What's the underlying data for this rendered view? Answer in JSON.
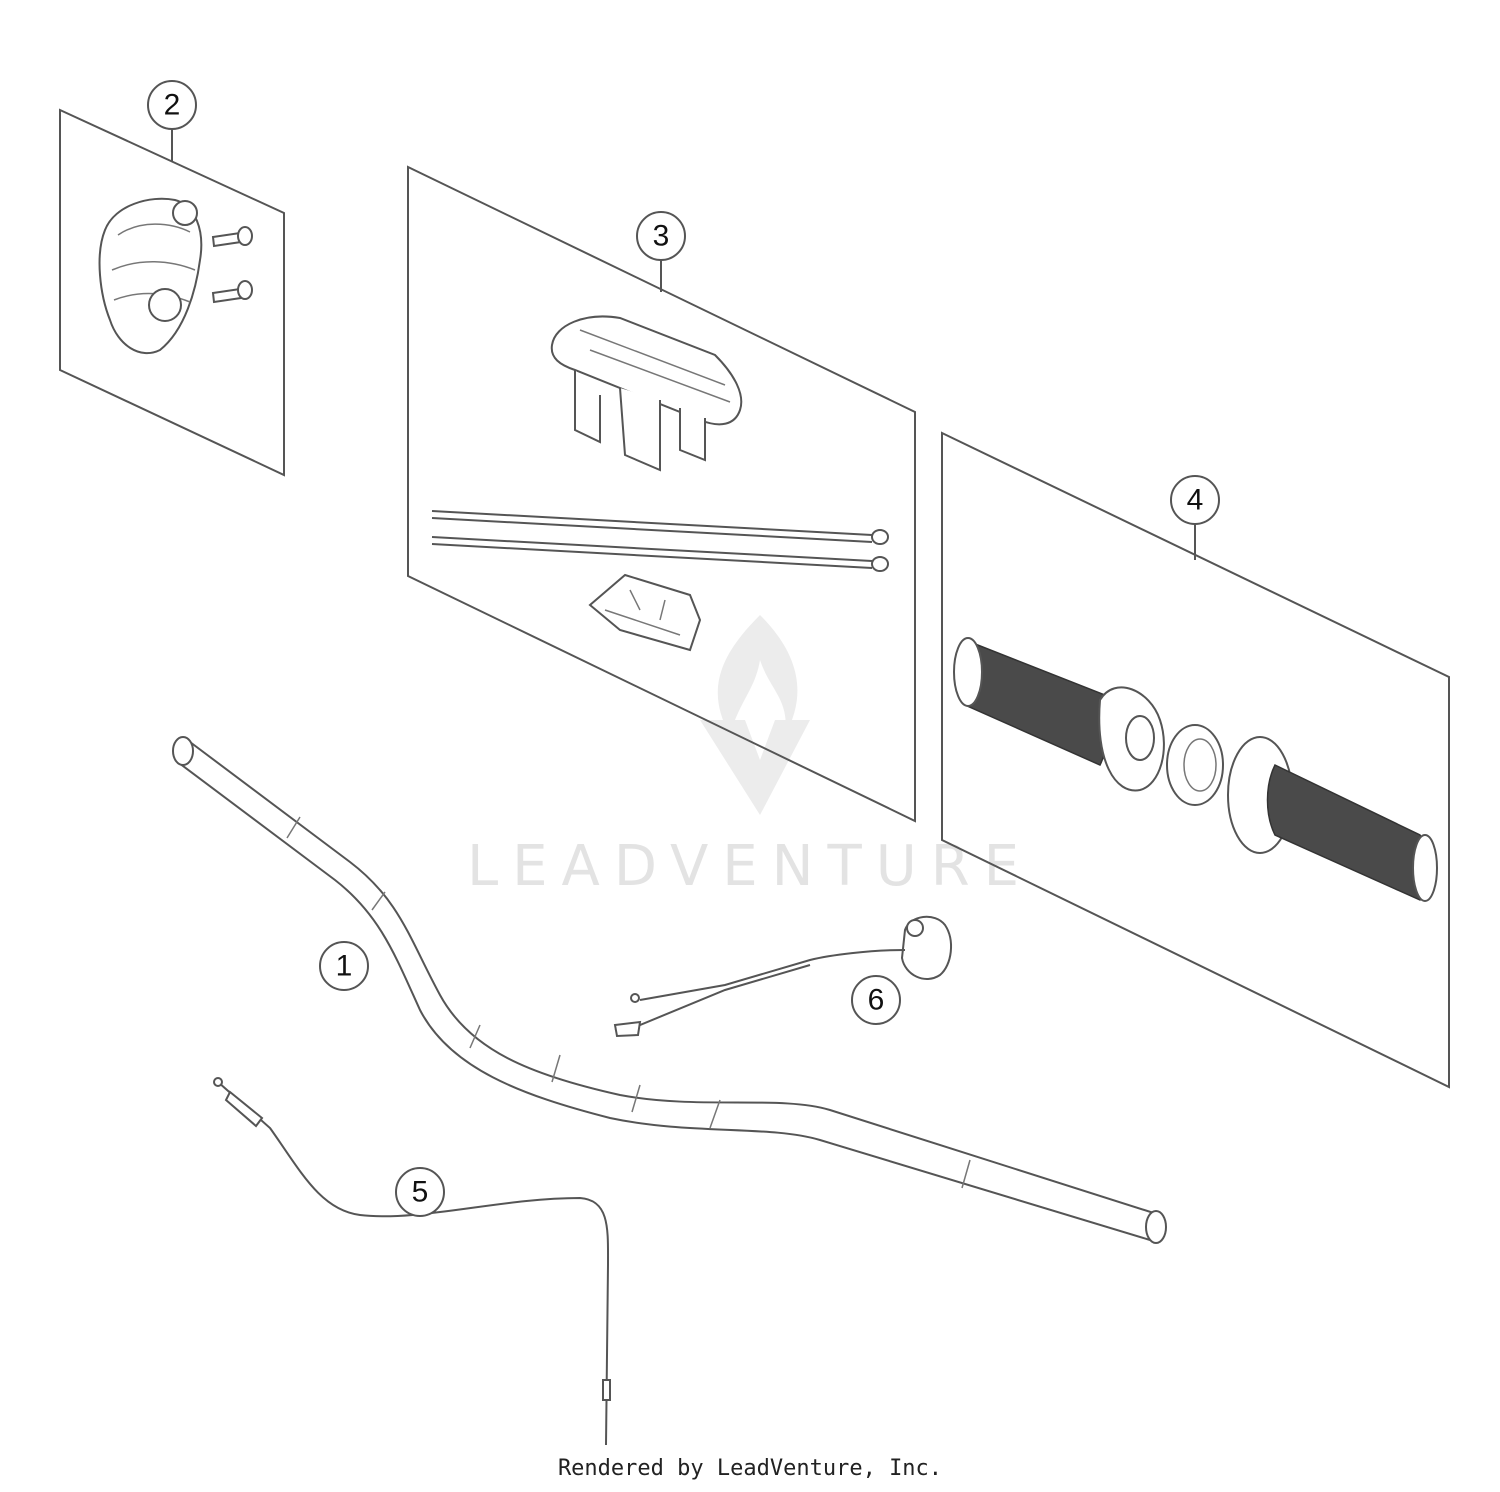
{
  "callouts": [
    {
      "id": "1",
      "label": "1"
    },
    {
      "id": "2",
      "label": "2"
    },
    {
      "id": "3",
      "label": "3"
    },
    {
      "id": "4",
      "label": "4"
    },
    {
      "id": "5",
      "label": "5"
    },
    {
      "id": "6",
      "label": "6"
    }
  ],
  "watermark": {
    "text": "LEADVENTURE"
  },
  "footer": {
    "text": "Rendered by LeadVenture, Inc."
  },
  "colors": {
    "line": "#555555",
    "watermark": "#e3e3e3",
    "grip": "#4a4a4a"
  }
}
